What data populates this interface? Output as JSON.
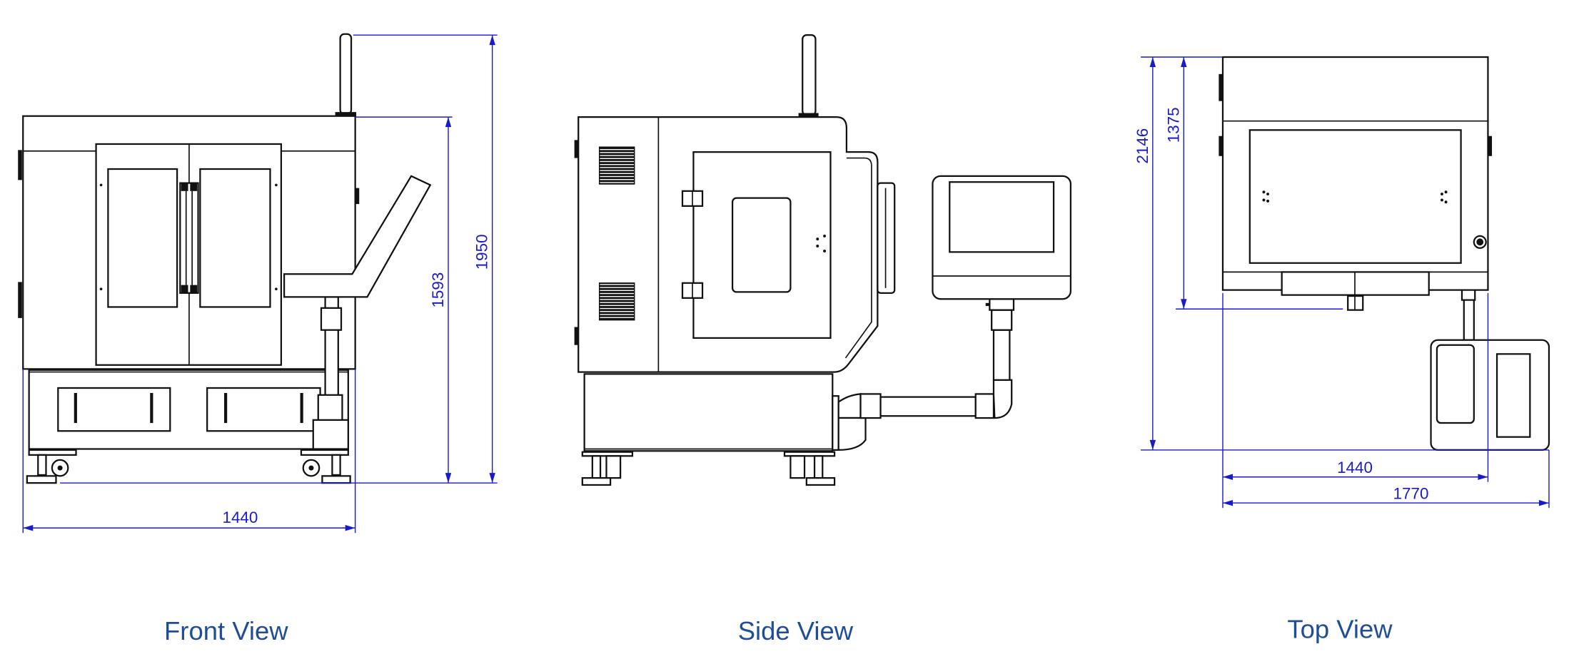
{
  "colors": {
    "dimension": "#1a1acd",
    "title": "#1f4e96",
    "line": "#111111"
  },
  "front_view": {
    "title": "Front View",
    "dimensions": {
      "width": "1440",
      "cabinet_height": "1593",
      "total_height": "1950"
    }
  },
  "side_view": {
    "title": "Side View"
  },
  "top_view": {
    "title": "Top View",
    "dimensions": {
      "total_depth": "2146",
      "cabinet_depth": "1375",
      "cabinet_width": "1440",
      "total_width": "1770"
    }
  }
}
